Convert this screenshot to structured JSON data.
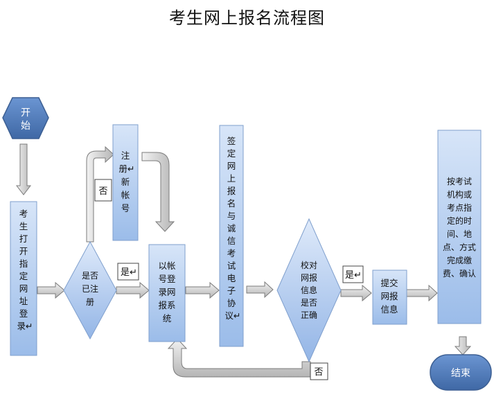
{
  "title": "考生网上报名流程图",
  "nodes": {
    "start": {
      "lines": [
        "开",
        "始"
      ]
    },
    "login": {
      "lines": [
        "考",
        "生",
        "打",
        "开",
        "指",
        "定",
        "网",
        "址",
        "登",
        "录↵"
      ]
    },
    "registered_q": {
      "lines": [
        "是否",
        "已注",
        "册"
      ]
    },
    "register": {
      "lines": [
        "注",
        "册↵",
        "新",
        "帐",
        "号"
      ]
    },
    "system_login": {
      "lines": [
        "以帐",
        "号登",
        "录网",
        "报系",
        "统"
      ]
    },
    "agreement": {
      "lines": [
        "签",
        "定",
        "网",
        "上",
        "报",
        "名",
        "与",
        "诚",
        "信",
        "考",
        "试",
        "电",
        "子",
        "协",
        "议↵"
      ]
    },
    "check_q": {
      "lines": [
        "校对",
        "网报",
        "信息",
        "是否",
        "正确"
      ]
    },
    "submit": {
      "lines": [
        "提交",
        "网报",
        "信息"
      ]
    },
    "pay": {
      "lines": [
        "按考试",
        "机构或",
        "考点指",
        "定的时",
        "间、地",
        "点、方式",
        "完成缴",
        "费、确认"
      ]
    },
    "end": {
      "lines": [
        "结束"
      ]
    }
  },
  "edge_labels": {
    "no_register": "否",
    "yes_registered": "是↵",
    "yes_correct": "是↵",
    "no_correct": "否"
  },
  "colors": {
    "box_fill_top": "#d7e5f8",
    "box_fill_bottom": "#9bbce9",
    "box_stroke": "#7f9fcd",
    "terminal_fill": "#4f79b8",
    "terminal_stroke": "#3c5f93",
    "arrow_fill": "#c9c9c9",
    "arrow_stroke": "#7b7b7b"
  }
}
